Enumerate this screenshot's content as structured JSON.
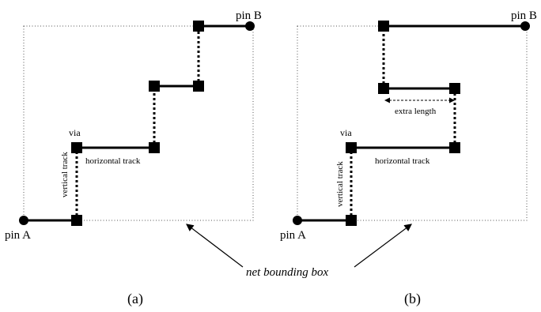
{
  "panel_a": {
    "pin_a": "pin A",
    "pin_b": "pin B",
    "via": "via",
    "horizontal_track": "horizontal track",
    "vertical_track": "vertical track",
    "caption": "(a)"
  },
  "panel_b": {
    "pin_a": "pin A",
    "pin_b": "pin B",
    "via": "via",
    "horizontal_track": "horizontal track",
    "vertical_track": "vertical track",
    "extra_length": "extra length",
    "caption": "(b)"
  },
  "bounding_box_label": "net bounding box"
}
